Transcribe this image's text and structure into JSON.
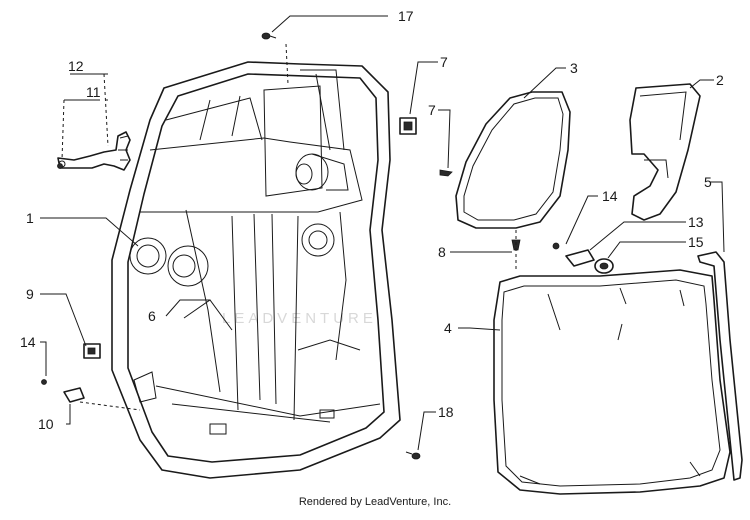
{
  "watermark": "LEADVENTURE",
  "footer_credit": "Rendered by LeadVenture, Inc.",
  "callouts": {
    "c1": "1",
    "c2": "2",
    "c3": "3",
    "c4": "4",
    "c5": "5",
    "c6": "6",
    "c7a": "7",
    "c7b": "7",
    "c8": "8",
    "c9": "9",
    "c10": "10",
    "c11": "11",
    "c12": "12",
    "c13": "13",
    "c14a": "14",
    "c14b": "14",
    "c15": "15",
    "c17": "17",
    "c18": "18"
  }
}
